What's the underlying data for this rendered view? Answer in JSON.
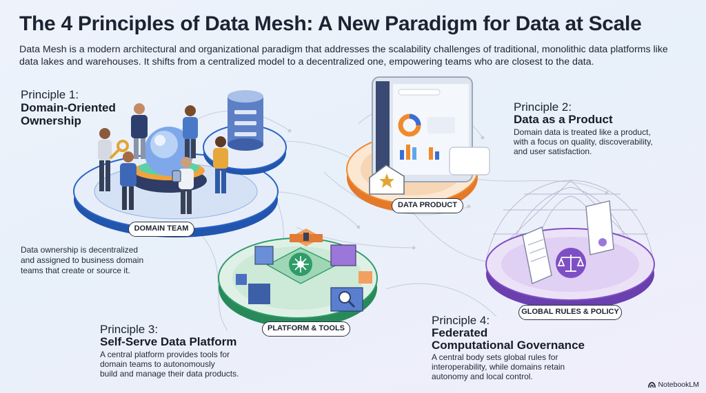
{
  "header": {
    "title": "The 4 Principles of Data Mesh: A New Paradigm for Data at Scale",
    "intro": "Data Mesh is a modern architectural and organizational paradigm that addresses the scalability challenges of traditional, monolithic data platforms like data lakes and warehouses. It shifts from a centralized model to a decentralized one, empowering teams who are closest to the data."
  },
  "principles": [
    {
      "heading": "Principle 1:",
      "name_line1": "Domain-Oriented",
      "name_line2": "Ownership",
      "desc_line1": "Data ownership is decentralized",
      "desc_line2": "and assigned to business domain",
      "desc_line3": "teams that create or source it.",
      "platform_label": "DOMAIN TEAM",
      "accent": "#2b63c6",
      "icons": [
        "person-icon",
        "key-icon",
        "glowing-orb-icon",
        "database-icon",
        "tablet-icon"
      ]
    },
    {
      "heading": "Principle 2:",
      "name_line1": "Data as a Product",
      "desc_line1": "Domain data is treated like a product,",
      "desc_line2": "with a focus on quality, discoverability,",
      "desc_line3": "and user satisfaction.",
      "platform_label": "DATA PRODUCT",
      "accent": "#f08a2c",
      "icons": [
        "dashboard-monitor-icon",
        "price-tag-star-icon",
        "donut-chart-icon",
        "bar-chart-icon"
      ]
    },
    {
      "heading": "Principle 3:",
      "name_line1": "Self-Serve Data Platform",
      "desc_line1": "A central platform provides tools for",
      "desc_line2": "domain teams to autonomously",
      "desc_line3": "build and manage their data products.",
      "platform_label": "PLATFORM & TOOLS",
      "accent": "#2f9c6a",
      "icons": [
        "network-hub-icon",
        "hammer-icon",
        "magnifier-icon",
        "building-block-icon"
      ]
    },
    {
      "heading": "Principle 4:",
      "name_line1": "Federated",
      "name_line2": "Computational Governance",
      "desc_line1": "A central body sets global rules for",
      "desc_line2": "interoperability, while domains retain",
      "desc_line3": "autonomy and local control.",
      "platform_label": "GLOBAL RULES & POLICY",
      "accent": "#7e4fc4",
      "icons": [
        "scales-of-justice-icon",
        "document-icon",
        "policy-seal-icon"
      ]
    }
  ],
  "footer": {
    "brand": "NotebookLM",
    "icon": "notebooklm-logo-icon"
  }
}
